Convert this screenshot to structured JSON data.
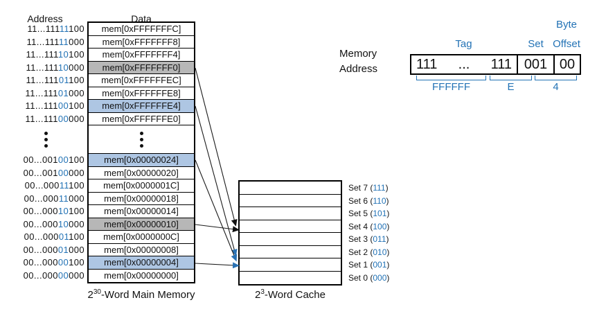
{
  "colors": {
    "blue_text": "#2272b5",
    "blue_highlight": "#aec6e3",
    "gray_highlight": "#b7b7b7",
    "black": "#111111"
  },
  "memory": {
    "address_header": "Address",
    "data_header": "Data",
    "caption_base": "2",
    "caption_exp": "30",
    "caption_rest": "-Word Main Memory",
    "rows_top": [
      {
        "pre": "11...111",
        "set_bits": "11",
        "post": "100",
        "data": "mem[0xFFFFFFFC]",
        "highlight": "none"
      },
      {
        "pre": "11...111",
        "set_bits": "11",
        "post": "000",
        "data": "mem[0xFFFFFFF8]",
        "highlight": "none"
      },
      {
        "pre": "11...111",
        "set_bits": "10",
        "post": "100",
        "data": "mem[0xFFFFFFF4]",
        "highlight": "none"
      },
      {
        "pre": "11...111",
        "set_bits": "10",
        "post": "000",
        "data": "mem[0xFFFFFFF0]",
        "highlight": "gray"
      },
      {
        "pre": "11...111",
        "set_bits": "01",
        "post": "100",
        "data": "mem[0xFFFFFFEC]",
        "highlight": "none"
      },
      {
        "pre": "11...111",
        "set_bits": "01",
        "post": "000",
        "data": "mem[0xFFFFFFE8]",
        "highlight": "none"
      },
      {
        "pre": "11...111",
        "set_bits": "00",
        "post": "100",
        "data": "mem[0xFFFFFFE4]",
        "highlight": "blue"
      },
      {
        "pre": "11...111",
        "set_bits": "00",
        "post": "000",
        "data": "mem[0xFFFFFFE0]",
        "highlight": "none"
      }
    ],
    "rows_bottom": [
      {
        "pre": "00...001",
        "set_bits": "00",
        "post": "100",
        "data": "mem[0x00000024]",
        "highlight": "blue"
      },
      {
        "pre": "00...001",
        "set_bits": "00",
        "post": "000",
        "data": "mem[0x00000020]",
        "highlight": "none"
      },
      {
        "pre": "00...000",
        "set_bits": "11",
        "post": "100",
        "data": "mem[0x0000001C]",
        "highlight": "none"
      },
      {
        "pre": "00...000",
        "set_bits": "11",
        "post": "000",
        "data": "mem[0x00000018]",
        "highlight": "none"
      },
      {
        "pre": "00...000",
        "set_bits": "10",
        "post": "100",
        "data": "mem[0x00000014]",
        "highlight": "none"
      },
      {
        "pre": "00...000",
        "set_bits": "10",
        "post": "000",
        "data": "mem[0x00000010]",
        "highlight": "gray"
      },
      {
        "pre": "00...000",
        "set_bits": "01",
        "post": "100",
        "data": "mem[0x0000000C]",
        "highlight": "none"
      },
      {
        "pre": "00...000",
        "set_bits": "01",
        "post": "000",
        "data": "mem[0x00000008]",
        "highlight": "none"
      },
      {
        "pre": "00...000",
        "set_bits": "00",
        "post": "100",
        "data": "mem[0x00000004]",
        "highlight": "blue"
      },
      {
        "pre": "00...000",
        "set_bits": "00",
        "post": "000",
        "data": "mem[0x00000000]",
        "highlight": "none"
      }
    ]
  },
  "cache": {
    "caption_base": "2",
    "caption_exp": "3",
    "caption_rest": "-Word Cache",
    "sets": [
      {
        "pre": "Set 7 (",
        "bits": "111",
        "post": ")",
        "highlight": "none"
      },
      {
        "pre": "Set 6 (",
        "bits": "110",
        "post": ")",
        "highlight": "none"
      },
      {
        "pre": "Set 5 (",
        "bits": "101",
        "post": ")",
        "highlight": "none"
      },
      {
        "pre": "Set 4 (",
        "bits": "100",
        "post": ")",
        "highlight": "gray"
      },
      {
        "pre": "Set 3 (",
        "bits": "011",
        "post": ")",
        "highlight": "none"
      },
      {
        "pre": "Set 2 (",
        "bits": "010",
        "post": ")",
        "highlight": "none"
      },
      {
        "pre": "Set 1 (",
        "bits": "001",
        "post": ")",
        "highlight": "blue"
      },
      {
        "pre": "Set 0 (",
        "bits": "000",
        "post": ")",
        "highlight": "none"
      }
    ]
  },
  "address_breakdown": {
    "label_line1": "Memory",
    "label_line2": "Address",
    "byte_label": "Byte",
    "tag_label": "Tag",
    "set_label": "Set",
    "offset_label": "Offset",
    "tag_left": "111",
    "tag_dots": "...",
    "tag_right": "111",
    "set_value": "001",
    "offset_value": "00",
    "hex_groups": [
      {
        "value": "FFFFFF"
      },
      {
        "value": "E"
      },
      {
        "value": "4"
      }
    ]
  },
  "mappings": [
    {
      "from": "mem[0xFFFFFFF0]",
      "to": "Set 4",
      "color": "black"
    },
    {
      "from": "mem[0x00000010]",
      "to": "Set 4",
      "color": "black"
    },
    {
      "from": "mem[0xFFFFFFE4]",
      "to": "Set 1",
      "color": "blue"
    },
    {
      "from": "mem[0x00000024]",
      "to": "Set 1",
      "color": "blue"
    },
    {
      "from": "mem[0x00000004]",
      "to": "Set 1",
      "color": "blue"
    }
  ]
}
